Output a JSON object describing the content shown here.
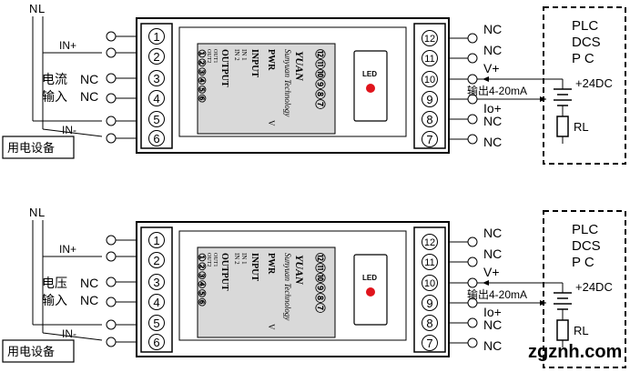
{
  "mains_labels": [
    "N",
    "L"
  ],
  "diagrams": [
    {
      "id": "current-input",
      "inputs": {
        "in_plus": "IN+",
        "in_minus": "IN-",
        "kind_line1": "电流",
        "kind_line2": "输入",
        "nc": "NC",
        "equipment": "用电设备"
      },
      "left_terminals": [
        "1",
        "2",
        "3",
        "4",
        "5",
        "6"
      ],
      "right_terminals": [
        "12",
        "11",
        "10",
        "9",
        "8",
        "7"
      ],
      "right_labels": [
        "NC",
        "NC",
        "V+",
        "Io+",
        "NC",
        "NC"
      ],
      "module": {
        "led_label": "LED",
        "brand_cn": "YUAN",
        "brand_en": "Sunyuan Technology",
        "pwr": "PWR",
        "v": "V",
        "input": "INPUT",
        "in1": "IN 1",
        "in2": "IN 2",
        "output": "OUTPUT",
        "out1": "OUT1",
        "out2": "OUT2",
        "pins_left": "①②③④⑤⑥",
        "pins_right": "⑫⑪⑩⑨⑧⑦"
      },
      "plc": {
        "line1": "PLC",
        "line2": "DCS",
        "line3": "P    C",
        "supply": "+24DC",
        "output_label": "输出4-20mA",
        "load": "RL"
      }
    },
    {
      "id": "voltage-input",
      "inputs": {
        "in_plus": "IN+",
        "in_minus": "IN-",
        "kind_line1": "电压",
        "kind_line2": "输入",
        "nc": "NC",
        "equipment": "用电设备"
      },
      "left_terminals": [
        "1",
        "2",
        "3",
        "4",
        "5",
        "6"
      ],
      "right_terminals": [
        "12",
        "11",
        "10",
        "9",
        "8",
        "7"
      ],
      "right_labels": [
        "NC",
        "NC",
        "V+",
        "Io+",
        "NC",
        "NC"
      ],
      "module": {
        "led_label": "LED",
        "brand_cn": "YUAN",
        "brand_en": "Sunyuan Technology",
        "pwr": "PWR",
        "v": "V",
        "input": "INPUT",
        "in1": "IN 1",
        "in2": "IN 2",
        "output": "OUTPUT",
        "out1": "OUT1",
        "out2": "OUT2",
        "pins_left": "①②③④⑤⑥",
        "pins_right": "⑫⑪⑩⑨⑧⑦"
      },
      "plc": {
        "line1": "PLC",
        "line2": "DCS",
        "line3": "P    C",
        "supply": "+24DC",
        "output_label": "输出4-20mA",
        "load": "RL"
      }
    }
  ],
  "watermark": "zgznh.com",
  "colors": {
    "led": "#e0141c",
    "module_face": "#d9d9d9",
    "ink": "#000000",
    "watermark": "#222222"
  }
}
